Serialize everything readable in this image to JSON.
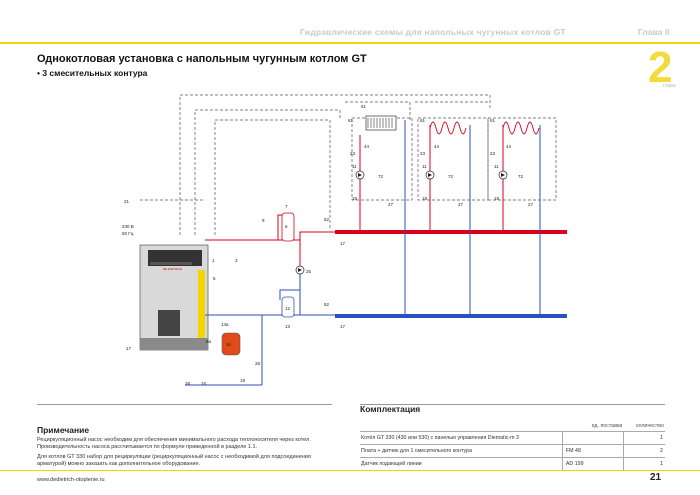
{
  "header": {
    "running_title": "Гидравлические схемы для напольных чугунных котлов GT",
    "chapter": "Глава II",
    "chapter_number": "2",
    "chapter_caption": "глава"
  },
  "page": {
    "title": "Однокотловая установка с напольным чугунным котлом GT",
    "subtitle": "• 3 смесительных контура",
    "website": "www.dedietrich-otoplenie.ru",
    "page_number": "21"
  },
  "diagram": {
    "labels": {
      "l51": "51",
      "l61": "61",
      "l23": "23",
      "l72": "72",
      "l44": "44",
      "l11": "11",
      "l4": "4",
      "l9": "9",
      "l27": "27",
      "l17": "17",
      "l18": "18",
      "l52": "52",
      "l7": "7",
      "l6": "6",
      "l25": "25",
      "l12": "12",
      "l13": "13",
      "l16": "16",
      "l14a": "14a",
      "l9a": "9a",
      "l26": "26",
      "l15": "15",
      "l28": "28",
      "l19": "19",
      "l21": "21",
      "l3": "3",
      "l5": "5",
      "l1": "1",
      "l230": "230 В",
      "l50hz": "50 Гц",
      "brand": "DE DIETRICH"
    }
  },
  "note": {
    "title": "Примечание",
    "para1": "Рециркуляционный насос необходим для обеспечения минимального расхода теплоносителя через котел. Производительность насоса рассчитывается по формуле приведенной в разделе 1.1.",
    "para2": "Для котлов GT 330 набор для рециркуляции (рециркуляционный насос с необходимой для подсоединения арматурой) можно заказать как дополнительное оборудование."
  },
  "kit": {
    "title": "Комплектация",
    "col_package": "ед. поставки",
    "col_qty": "количество",
    "rows": [
      {
        "name": "Котёл GT 330 (430 или 530) с панелью управления Diematic-m 3",
        "package": "",
        "qty": "1"
      },
      {
        "name": "Плата + датчик для 1 смесительного контура",
        "package": "FM 48",
        "qty": "2"
      },
      {
        "name": "Датчик подающей линии",
        "package": "AD 199",
        "qty": "1"
      }
    ]
  },
  "colors": {
    "accent": "#f2d400",
    "supply": "#d9001b",
    "return": "#2a52be",
    "chapter_number": "#f4db3c"
  }
}
